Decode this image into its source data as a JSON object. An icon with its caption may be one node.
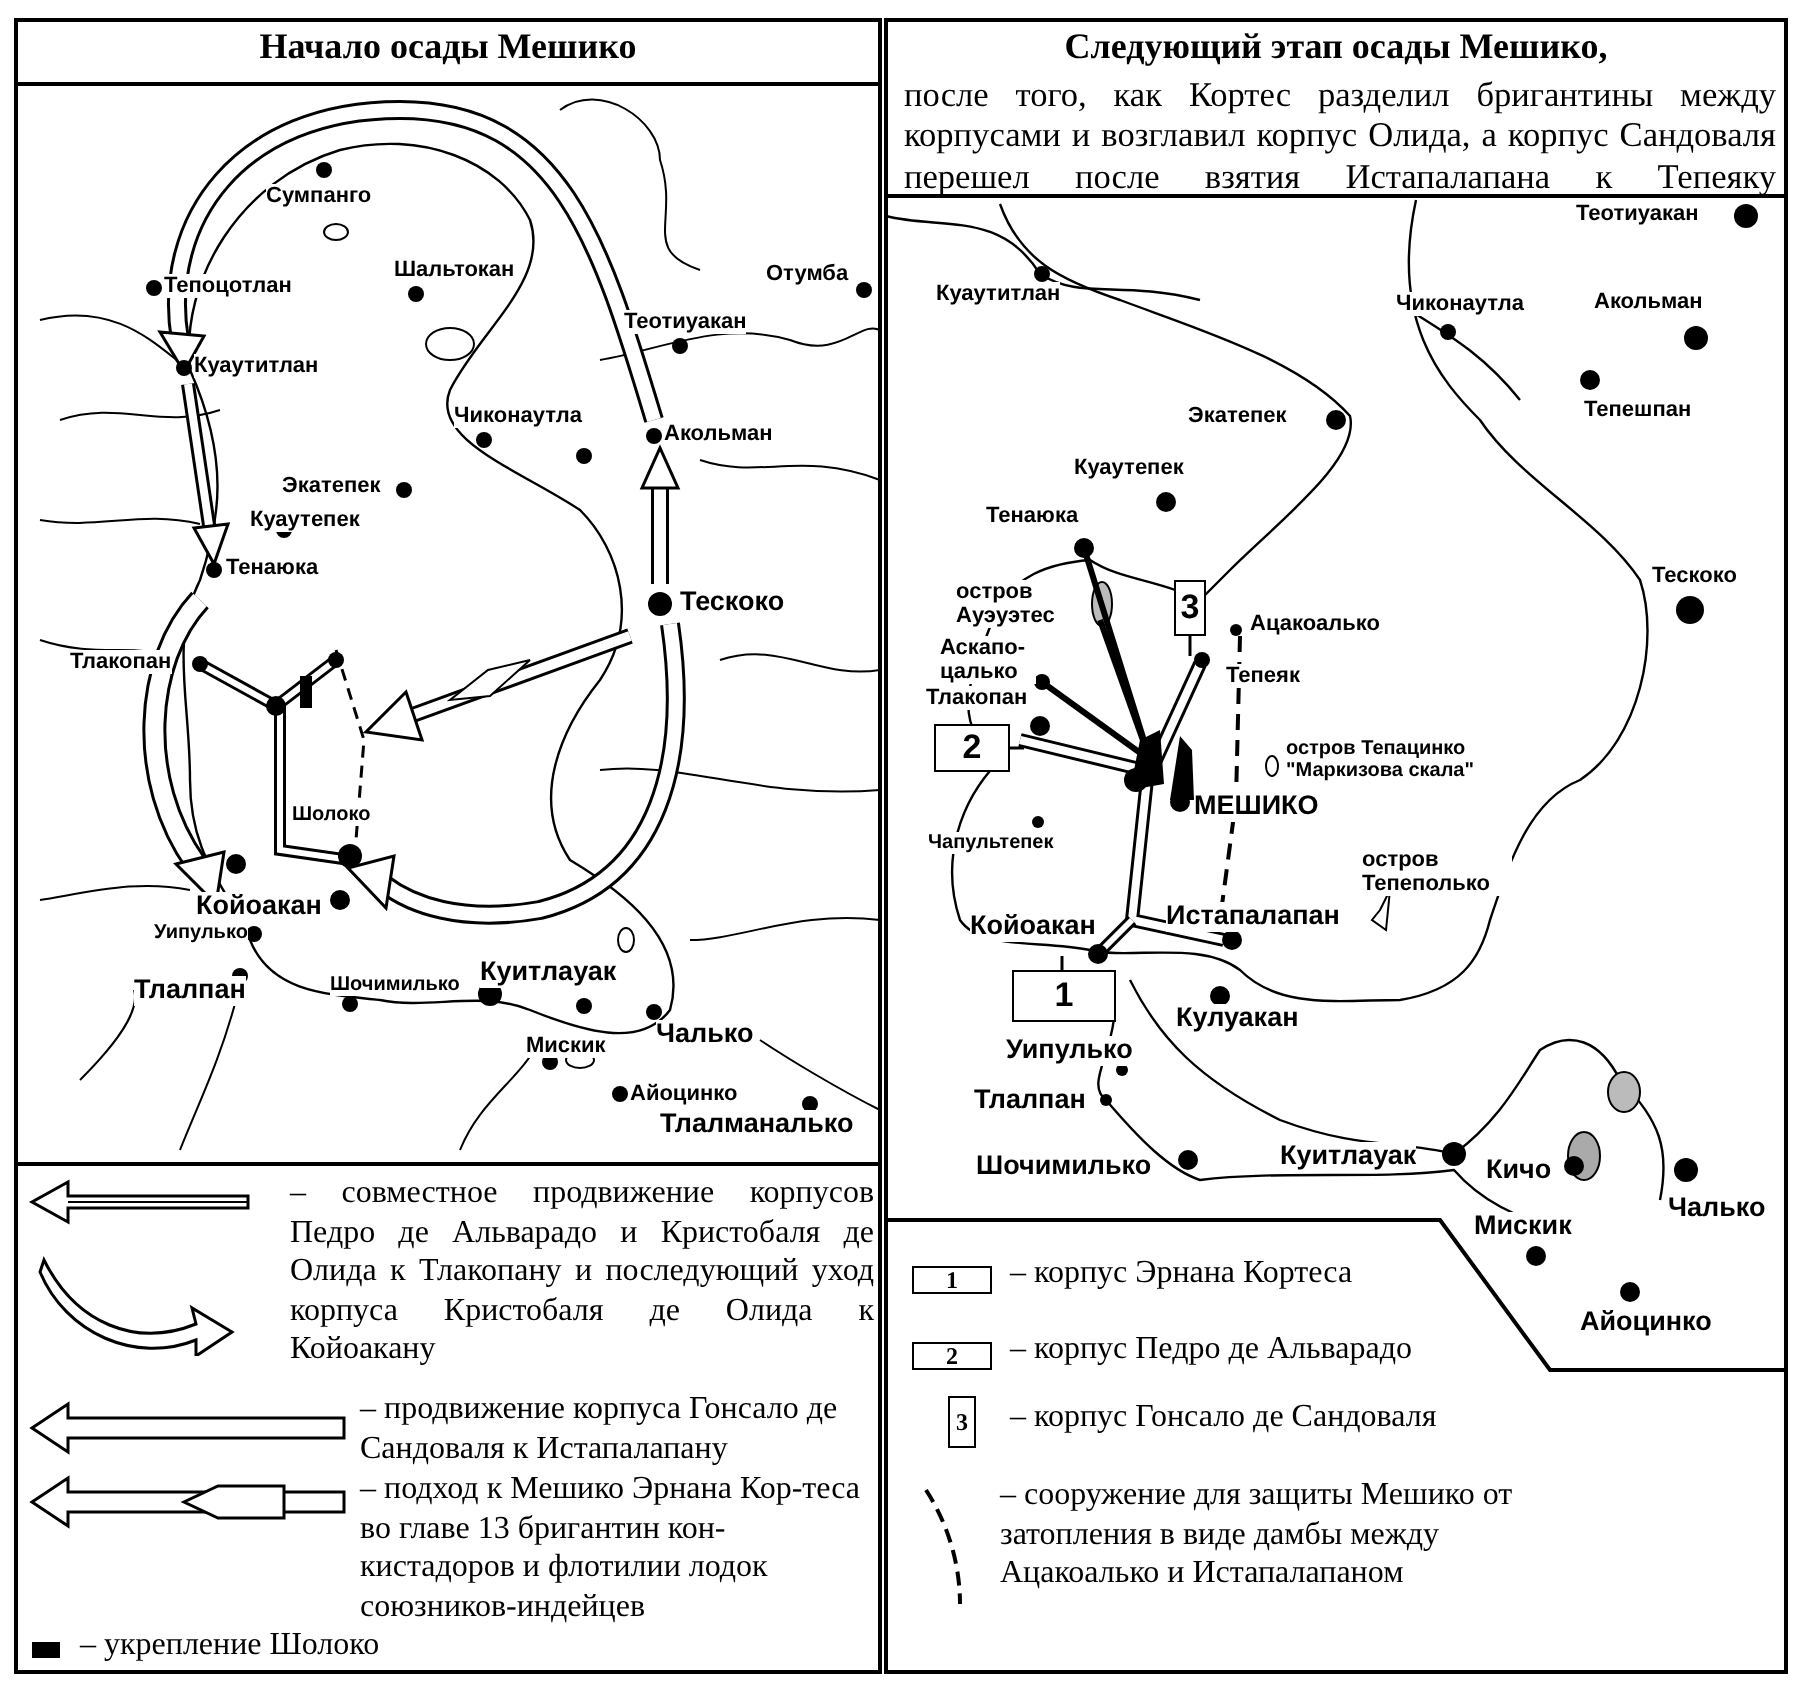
{
  "diagram": {
    "labels": [
      "Начало осады Мешико",
      "Сумпанго",
      "Шальтокан",
      "Тепоцотлан",
      "Отумба",
      "Теотиуакан",
      "Куаутитлан",
      "Чиконаутла",
      "Акольман",
      "Экатепек",
      "Куаутепек",
      "Тенаюка",
      "Тескоко",
      "Тлакопан",
      "Шолоко",
      "Койоакан",
      "Уипулько",
      "Тлалпан",
      "Шочимилько",
      "Куитлауак",
      "Мискик",
      "Чалько",
      "Айоцинко",
      "Тлалманалько",
      "Следующий этап осады Мешико,",
      "после того, как Кортес разделил бригантины между корпусами и возглавил корпус Олида, а корпус Сандоваля перешел после взятия Истапалапана к Тепеяку",
      "Теотиуакан",
      "Куаутитлан",
      "Чиконаутла",
      "Акольман",
      "Экатепек",
      "Тепешпан",
      "Куаутепек",
      "Тенаюка",
      "Тескоко",
      "остров Ауэуэтес",
      "3",
      "Ацакоалько",
      "Аскапо-цалько",
      "Тлакопан",
      "Тепеяк",
      "2",
      "остров Тепацинко \"Маркизова скала\"",
      "МЕШИКО",
      "Чапультепек",
      "остров Тепеполько",
      "Истапалапан",
      "Койоакан",
      "1",
      "Кулуакан",
      "Уипулько",
      "Тлалпан",
      "Шочимилько",
      "Куитлауак",
      "Кичо",
      "Чалько",
      "Мискик",
      "Айоцинко",
      "1",
      "2",
      "3"
    ],
    "legend": [
      {
        "text": "– совместное продвижение корпусов Педро де Альварадо и Кристобаля де Олида к Тлакопану и последующий уход корпуса Кристобаля де Олида к Койоакану"
      },
      {
        "text": "– продвижение корпуса Гонсало де Сандоваля к Истапалапану"
      },
      {
        "text": "– подход к Мешико Эрнана Кор-теса во главе 13 бригантин кон-кистадоров и флотилии лодок союзников-индейцев"
      },
      {
        "text": "– укрепление Шолоко",
        "color": "#000000"
      },
      {
        "text": "– корпус Эрнана Кортеса"
      },
      {
        "text": "– корпус Педро де Альварадо"
      },
      {
        "text": "– корпус Гонсало де Сандоваля"
      },
      {
        "text": "– сооружение для защиты Мешико от затопления в виде дамбы между Ацакоалько и Истапалапаном"
      }
    ]
  }
}
